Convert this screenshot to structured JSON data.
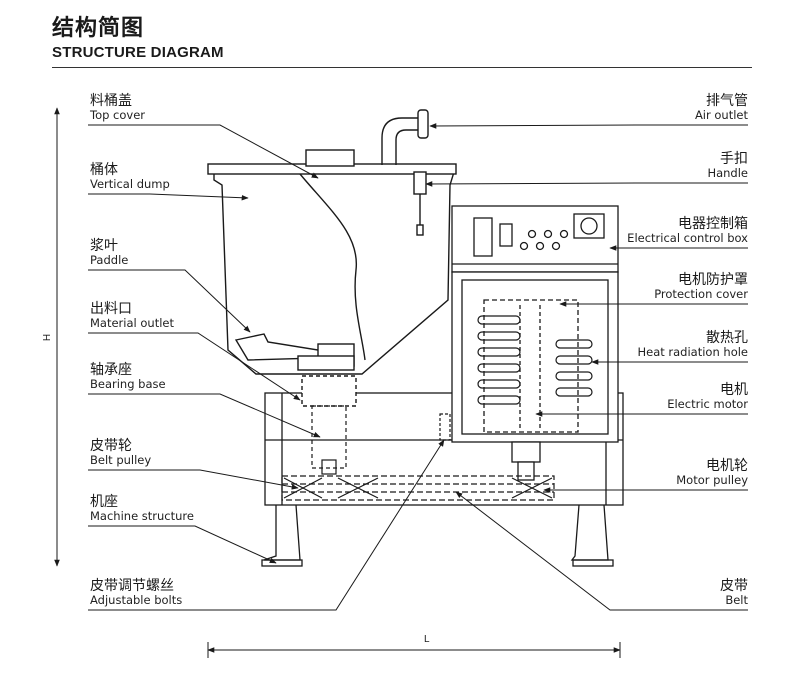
{
  "header": {
    "title_cn": "结构简图",
    "title_en": "STRUCTURE DIAGRAM"
  },
  "labels": {
    "top_cover": {
      "cn": "料桶盖",
      "en": "Top cover"
    },
    "vertical_dump": {
      "cn": "桶体",
      "en": "Vertical dump"
    },
    "paddle": {
      "cn": "浆叶",
      "en": "Paddle"
    },
    "material_outlet": {
      "cn": "出料口",
      "en": "Material outlet"
    },
    "bearing_base": {
      "cn": "轴承座",
      "en": "Bearing base"
    },
    "belt_pulley": {
      "cn": "皮带轮",
      "en": "Belt pulley"
    },
    "machine_structure": {
      "cn": "机座",
      "en": "Machine structure"
    },
    "adjustable_bolts": {
      "cn": "皮带调节螺丝",
      "en": "Adjustable bolts"
    },
    "air_outlet": {
      "cn": "排气管",
      "en": "Air outlet"
    },
    "handle": {
      "cn": "手扣",
      "en": "Handle"
    },
    "control_box": {
      "cn": "电器控制箱",
      "en": "Electrical control box"
    },
    "protection_cover": {
      "cn": "电机防护罩",
      "en": "Protection cover"
    },
    "heat_hole": {
      "cn": "散热孔",
      "en": "Heat radiation hole"
    },
    "motor": {
      "cn": "电机",
      "en": "Electric motor"
    },
    "motor_pulley": {
      "cn": "电机轮",
      "en": "Motor pulley"
    },
    "belt": {
      "cn": "皮带",
      "en": "Belt"
    }
  },
  "dimensions": {
    "height": "H",
    "length": "L"
  },
  "colors": {
    "line": "#1a1a1a",
    "fill": "#ffffff"
  }
}
